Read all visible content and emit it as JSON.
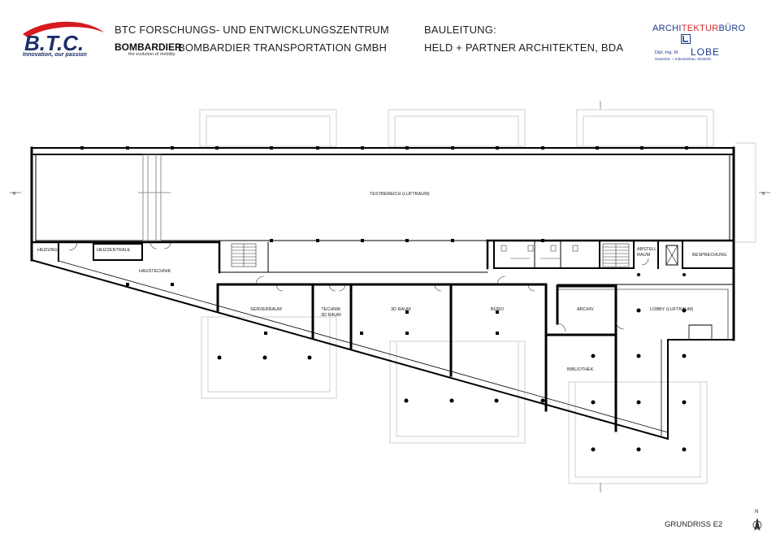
{
  "header": {
    "btc_logo_text": "B.T.C.",
    "btc_tagline": "Innovation, our passion",
    "project_line1": "BTC FORSCHUNGS- UND ENTWICKLUNGSZENTRUM",
    "bombardier_brand": "BOMBARDIER",
    "bombardier_tagline": "the evolution of mobility",
    "project_line2": "BOMBARDIER TRANSPORTATION GMBH",
    "bauleitung_label": "BAULEITUNG:",
    "bauleitung_value": "HELD + PARTNER ARCHITEKTEN, BDA"
  },
  "architect": {
    "title_part1": "ARCHI",
    "title_part2": "TEKTUR",
    "title_part3": "BÜRO",
    "dipl": "Dipl.-Ing. M.",
    "name": "LOBE",
    "subtitle": "Gewerbe- + Industriebau, Westerb."
  },
  "rooms": {
    "testbereich": "TESTBEREICH (LUFTRAUM)",
    "heizung": "HEIZUNG",
    "heizzentrale": "HEIZZENTRALE",
    "haustechnik": "HAUSTECHNIK",
    "serverraum": "SERVERRAUM",
    "technik_line1": "TECHNIK",
    "technik_line2": "3D RAUM",
    "raum_3d": "3D RAUM",
    "buero": "BÜRO",
    "archiv": "ARCHIV",
    "lobby": "LOBBY (LUFTRAUM)",
    "bibliothek": "BIBLIOTHEK",
    "abstell_line1": "ABSTELL",
    "abstell_line2": "RAUM",
    "besprechung": "BESPRECHUNG"
  },
  "footer": {
    "plan_title": "GRUNDRISS E2",
    "north": "N"
  },
  "colors": {
    "btc_red": "#d71920",
    "btc_blue": "#1a2f6a",
    "architect_blue": "#1b3a8c",
    "architect_red": "#d0282e",
    "wall": "#000000",
    "ghost_outline": "#cfcfcf"
  }
}
